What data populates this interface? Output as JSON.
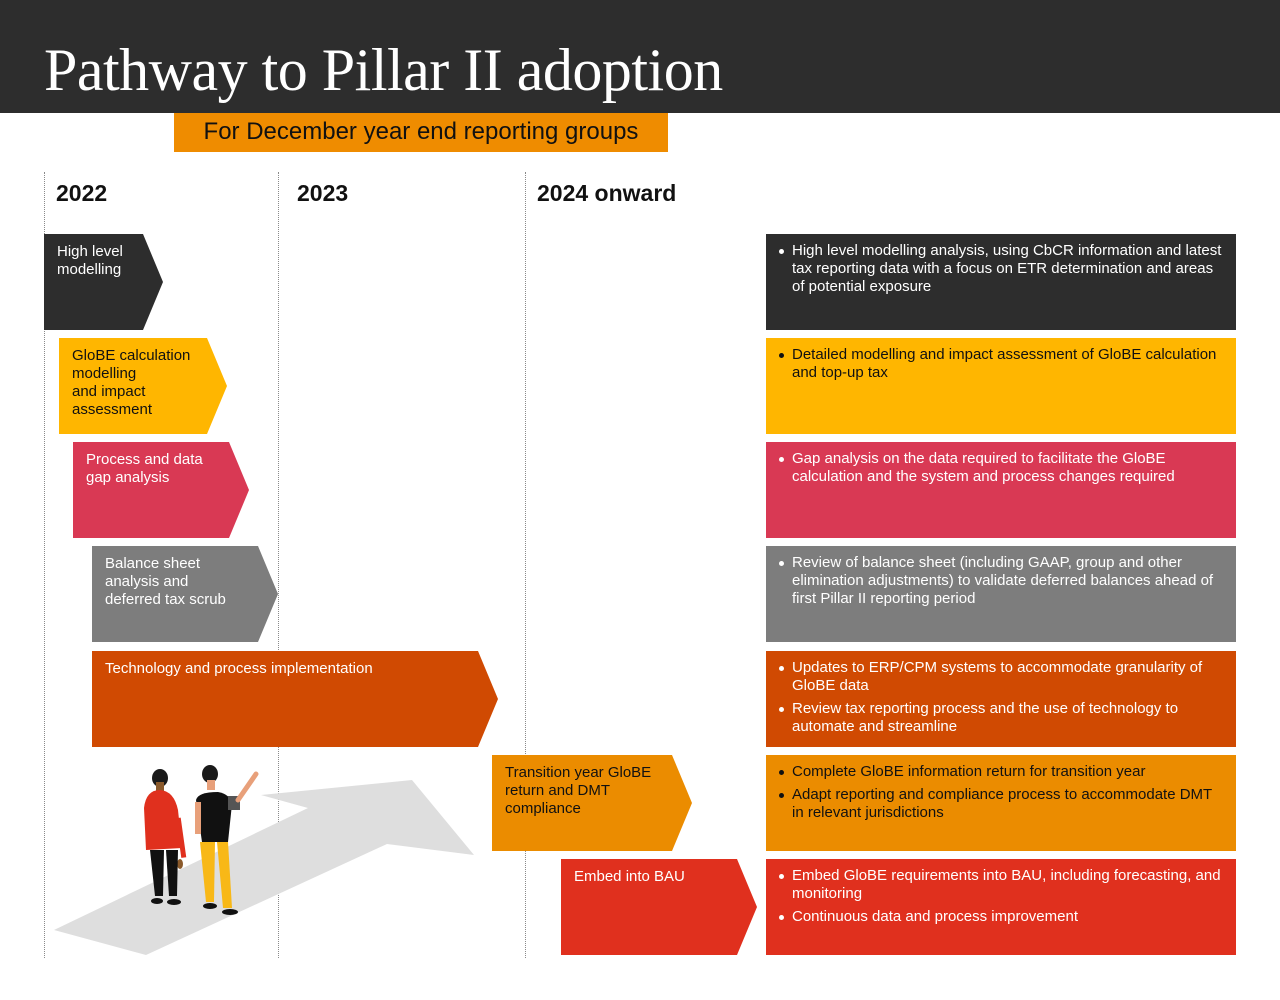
{
  "header": {
    "title": "Pathway to Pillar II adoption",
    "subtitle": "For December year end reporting groups"
  },
  "colors": {
    "header_bg": "#2d2d2d",
    "subtitle_bg": "#ef8c00",
    "dark": "#2d2d2d",
    "yellow": "#ffb600",
    "rose": "#d93954",
    "grey": "#7d7d7d",
    "burnt_orange": "#d04a02",
    "orange": "#eb8c00",
    "red": "#e0301e",
    "path_grey": "#dedede"
  },
  "timeline": {
    "years": [
      "2022",
      "2023",
      "2024 onward"
    ]
  },
  "phases": [
    {
      "label": "High level modelling",
      "label_lines": [
        "High level",
        "modelling"
      ],
      "color": "dark",
      "text": "light",
      "details": [
        "High level modelling analysis, using CbCR information and latest tax reporting data with a focus on ETR determination and areas of potential exposure"
      ]
    },
    {
      "label": "GloBE calculation modelling and impact assessment",
      "label_lines": [
        "GloBE calculation",
        "modelling",
        "and impact",
        "assessment"
      ],
      "color": "yellow",
      "text": "dark",
      "details": [
        "Detailed modelling and impact assessment of GloBE calculation and top-up tax"
      ]
    },
    {
      "label": "Process and data gap analysis",
      "label_lines": [
        "Process and data",
        "gap analysis"
      ],
      "color": "rose",
      "text": "light",
      "details": [
        "Gap analysis on the data required to facilitate the GloBE calculation and the system and process changes required"
      ]
    },
    {
      "label": "Balance sheet analysis and deferred tax scrub",
      "label_lines": [
        "Balance sheet",
        "analysis and",
        "deferred tax scrub"
      ],
      "color": "grey",
      "text": "light",
      "details": [
        "Review of balance sheet (including GAAP, group and other elimination adjustments) to validate deferred balances ahead of first Pillar II reporting period"
      ]
    },
    {
      "label": "Technology and process implementation",
      "label_lines": [
        "Technology and process implementation"
      ],
      "color": "burnt_orange",
      "text": "light",
      "details": [
        "Updates to ERP/CPM systems to accommodate granularity of GloBE data",
        "Review tax reporting process and the use of technology to automate and streamline"
      ]
    },
    {
      "label": "Transition year GloBE return and DMT compliance",
      "label_lines": [
        "Transition year GloBE",
        "return and DMT",
        "compliance"
      ],
      "color": "orange",
      "text": "dark",
      "details": [
        "Complete GloBE information return for transition year",
        "Adapt reporting and compliance process to accommodate DMT in relevant jurisdictions"
      ]
    },
    {
      "label": "Embed into BAU",
      "label_lines": [
        "Embed into BAU"
      ],
      "color": "red",
      "text": "light",
      "details": [
        "Embed GloBE requirements into BAU, including forecasting, and monitoring",
        "Continuous data and process improvement"
      ]
    }
  ],
  "illustration": {
    "description": "Two people standing on a large grey arrow path, one pointing ahead",
    "icon": "people-on-arrow-path-illustration"
  }
}
